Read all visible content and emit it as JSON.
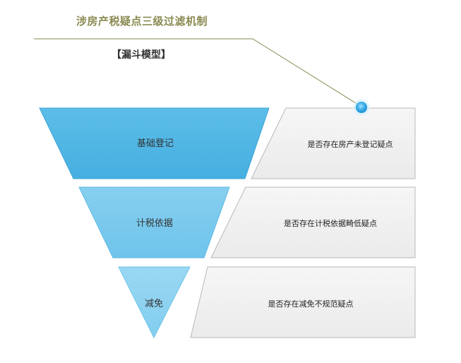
{
  "header": {
    "title": "涉房产税疑点三级过滤机制",
    "subtitle": "【漏斗模型】"
  },
  "funnel": {
    "levels": [
      {
        "label": "基础登记",
        "description": "是否存在房产未登记疑点"
      },
      {
        "label": "计税依据",
        "description": "是否存在计税依据畸低疑点"
      },
      {
        "label": "减免",
        "description": "是否存在减免不规范疑点"
      }
    ]
  },
  "colors": {
    "title": "#8a8a52",
    "leader_line": "#8a8a52",
    "funnel_top": "#4fb6e3",
    "funnel_mid": "#7ccbee",
    "funnel_bottom": "#8fd3f0",
    "panel_fill": "#f1f1f1",
    "panel_border": "#b8b8b8",
    "dot": "#3aaee8"
  }
}
